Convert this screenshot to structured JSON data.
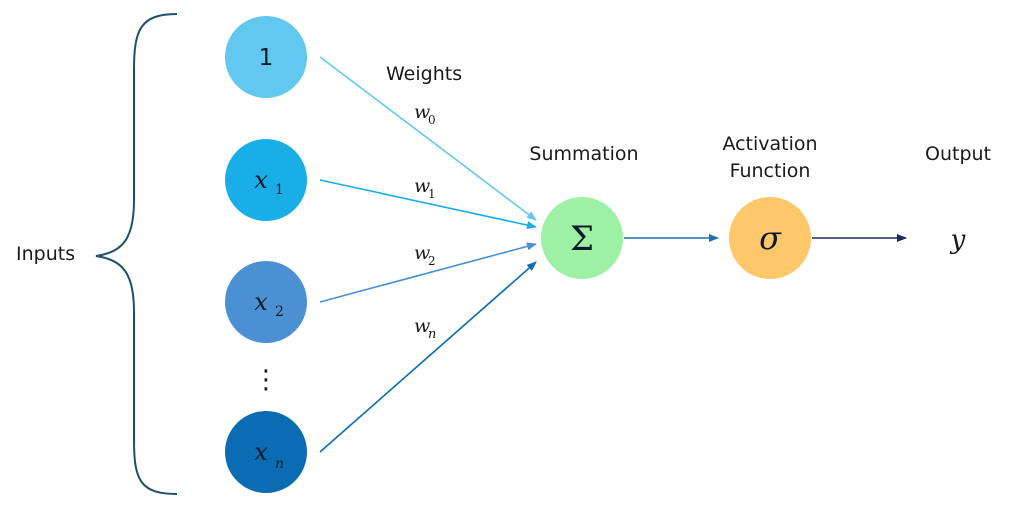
{
  "labels": {
    "inputs": "Inputs",
    "weights": "Weights",
    "summation": "Summation",
    "activation_line1": "Activation",
    "activation_line2": "Function",
    "output": "Output",
    "ellipsis": "⋮"
  },
  "inputs": [
    {
      "main": "1",
      "sub": "",
      "color": "#62c8f0"
    },
    {
      "main": "x",
      "sub": "1",
      "color": "#1aaee8"
    },
    {
      "main": "x",
      "sub": "2",
      "color": "#4a90d2"
    },
    {
      "main": "x",
      "sub": "n",
      "color": "#0b6cb3"
    }
  ],
  "weights": [
    {
      "main": "w",
      "sub": "0",
      "color": "#62c8f0"
    },
    {
      "main": "w",
      "sub": "1",
      "color": "#1aaee8"
    },
    {
      "main": "w",
      "sub": "2",
      "color": "#4a90d2"
    },
    {
      "main": "w",
      "sub": "n",
      "color": "#0b6cb3"
    }
  ],
  "summation": {
    "symbol": "Σ",
    "color": "#9ef0a4"
  },
  "activation": {
    "symbol": "σ",
    "color": "#fdc76a"
  },
  "output": {
    "symbol": "y"
  },
  "colors": {
    "brace": "#1f4f6f",
    "sum_to_act": "#1f6fa8",
    "act_to_out": "#1b2a5a"
  }
}
